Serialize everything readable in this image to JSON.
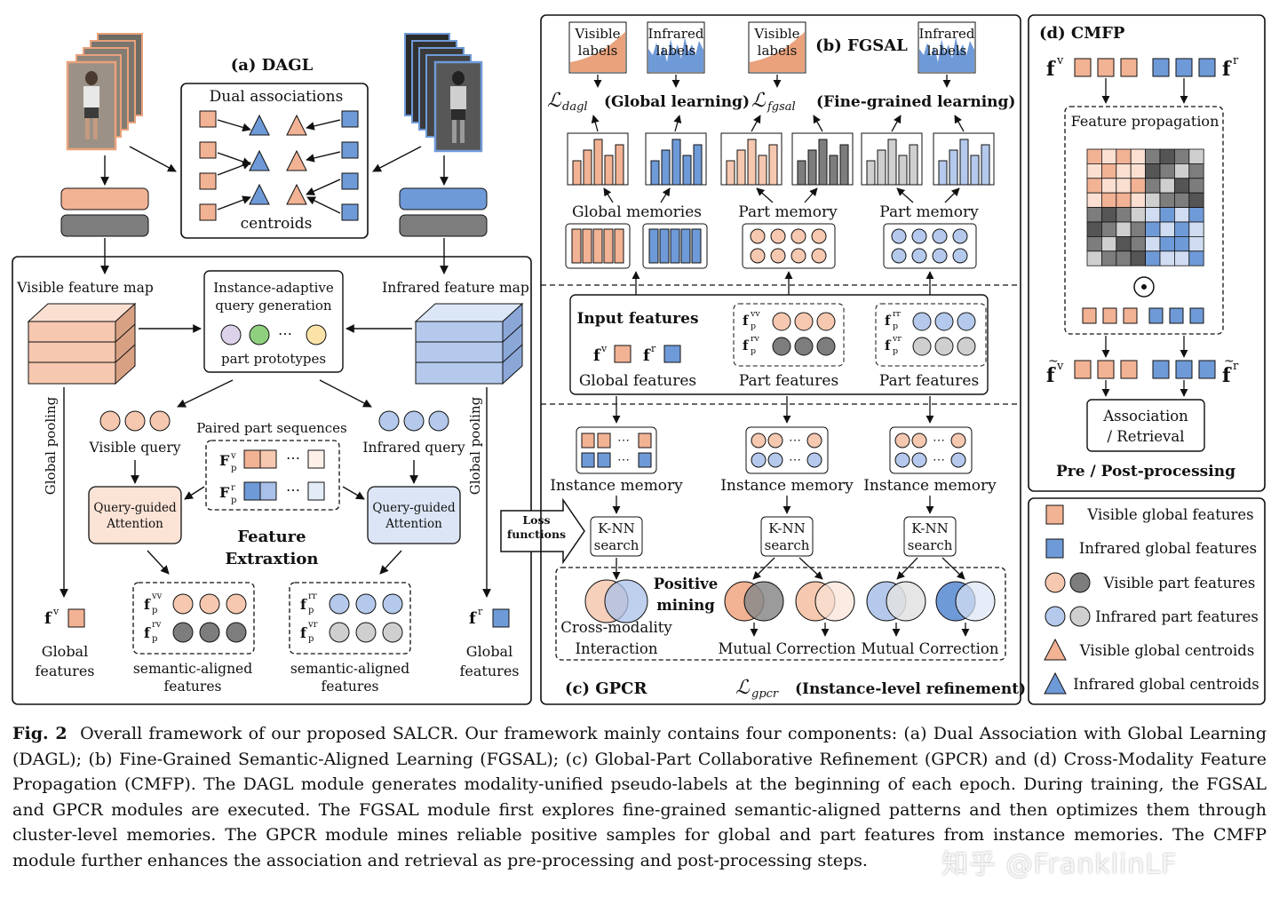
{
  "dagl": {
    "title": "(a) DAGL",
    "dual_associations": "Dual associations",
    "centroids": "centroids",
    "visible_feature_map": "Visible feature map",
    "infrared_feature_map": "Infrared feature map",
    "query_gen_line1": "Instance-adaptive",
    "query_gen_line2": "query generation",
    "part_prototypes": "part prototypes",
    "global_pooling": "Global pooling",
    "visible_query": "Visible query",
    "infrared_query": "Infrared query",
    "paired_part_sequences": "Paired part sequences",
    "qga_line1": "Query-guided",
    "qga_line2": "Attention",
    "feature_extraction_line1": "Feature",
    "feature_extraction_line2": "Extraxtion",
    "global_line1": "Global",
    "global_line2": "features",
    "semantic_line1": "semantic-aligned",
    "semantic_line2": "features"
  },
  "fgsal": {
    "title": "(b) FGSAL",
    "visible_labels_line1": "Visible",
    "visible_labels_line2": "labels",
    "infrared_labels_line1": "Infrared",
    "infrared_labels_line2": "labels",
    "global_learning": "(Global learning)",
    "fine_grained_learning": "(Fine-grained learning)",
    "global_memories": "Global memories",
    "part_memory": "Part memory",
    "input_features": "Input features",
    "global_features": "Global features",
    "part_features": "Part features"
  },
  "gpcr": {
    "title": "(c) GPCR",
    "instance_memory": "Instance memory",
    "knn_line1": "K-NN",
    "knn_line2": "search",
    "positive_line1": "Positive",
    "positive_line2": "mining",
    "cross_modality_line1": "Cross-modality",
    "cross_modality_line2": "Interaction",
    "mutual_correction": "Mutual Correction",
    "refinement": "(Instance-level refinement)",
    "loss_functions_line1": "Loss",
    "loss_functions_line2": "functions"
  },
  "cmfp": {
    "title": "(d) CMFP",
    "feature_propagation": "Feature propagation",
    "association_line1": "Association",
    "association_line2": "/ Retrieval",
    "pre_post": "Pre / Post-processing"
  },
  "legend": {
    "items": [
      "Visible global features",
      "Infrared global features",
      "Visible part features",
      "Infrared part features",
      "Visible global centroids",
      "Infrared global centroids"
    ]
  },
  "caption": {
    "label": "Fig. 2",
    "text": "Overall framework of our proposed SALCR. Our framework mainly contains four components: (a) Dual Association with Global Learning (DAGL); (b) Fine-Grained Semantic-Aligned Learning (FGSAL); (c) Global-Part Collaborative Refinement (GPCR) and (d) Cross-Modality Feature Propagation (CMFP). The DAGL module generates modality-unified pseudo-labels at the beginning of each epoch. During training, the FGSAL and GPCR modules are executed. The FGSAL module first explores fine-grained semantic-aligned patterns and then optimizes them through cluster-level memories. The GPCR module mines reliable positive samples for global and part features from instance memories. The CMFP module further enhances the association and retrieval as pre-processing and post-processing steps."
  },
  "watermark": "知乎 @FranklinLF",
  "colors": {
    "visible": "#f2b294",
    "infrared": "#6f9ad8",
    "visible_light": "#fbe0d2",
    "infrared_light": "#cfdcf1",
    "gray": "#7d7d7d",
    "light_gray": "#cfcfcf"
  }
}
